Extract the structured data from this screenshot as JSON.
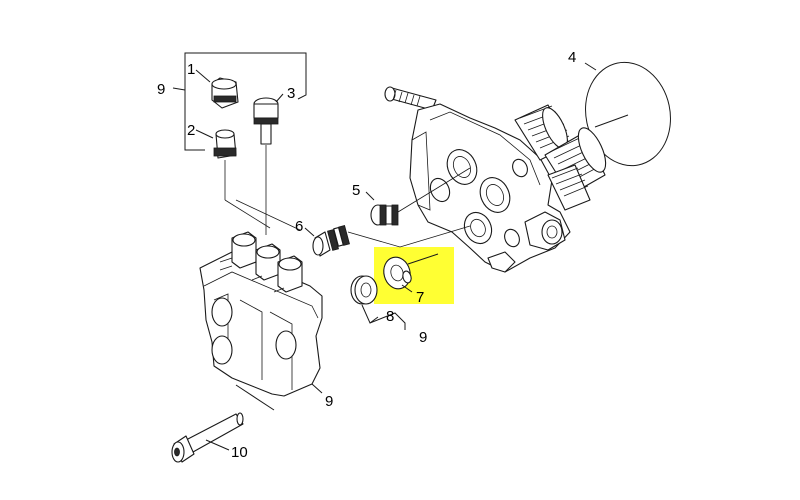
{
  "diagram": {
    "highlight_color": "#ffff33",
    "highlighted_part": "7",
    "labels": {
      "p1": "1",
      "p2": "2",
      "p3": "3",
      "p4": "4",
      "p5": "5",
      "p6": "6",
      "p7": "7",
      "p8": "8",
      "p9_top": "9",
      "p9_mid": "9",
      "p9_bottom": "9",
      "p10": "10"
    }
  }
}
